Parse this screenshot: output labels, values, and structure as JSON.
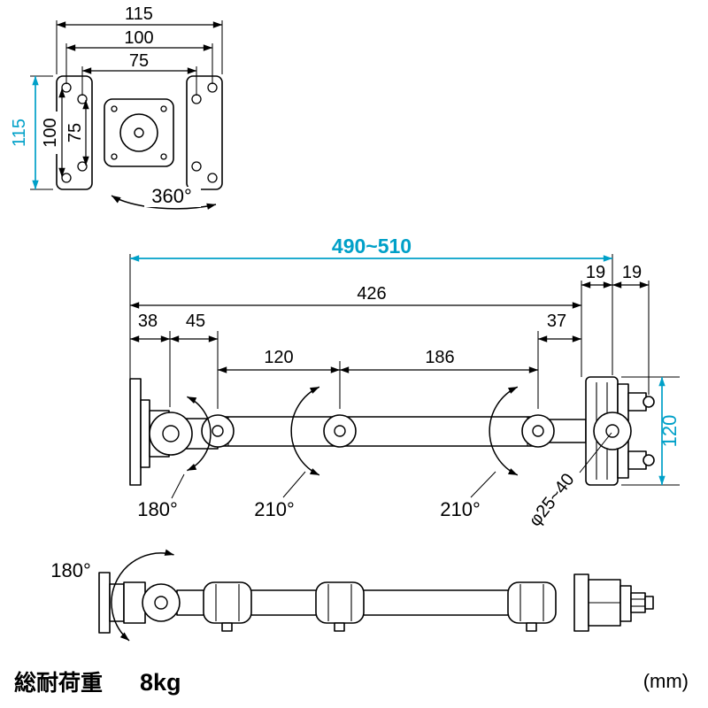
{
  "colors": {
    "line": "#000000",
    "accent": "#00a0c8",
    "background": "#ffffff"
  },
  "plate_view": {
    "dim_width_outer": "115",
    "dim_width_mid": "100",
    "dim_width_inner": "75",
    "dim_height_outer": "115",
    "dim_height_mid": "100",
    "dim_height_inner": "75",
    "rotation_label": "360°"
  },
  "side_view": {
    "dim_total_length": "490~510",
    "dim_arm_length": "426",
    "dim_seg_back": "38",
    "dim_seg_joint": "45",
    "dim_seg_mid": "120",
    "dim_seg_front": "186",
    "dim_seg_clamp": "37",
    "dim_clamp_left": "19",
    "dim_clamp_right": "19",
    "dim_clamp_height": "120",
    "angle_tilt": "180°",
    "angle_mid_joint": "210°",
    "angle_front_joint": "210°",
    "pole_diameter": "φ25~40"
  },
  "top_view": {
    "angle_rotation": "180°"
  },
  "footer": {
    "load_label": "総耐荷重",
    "load_value": "8kg",
    "unit_label": "(mm)"
  }
}
